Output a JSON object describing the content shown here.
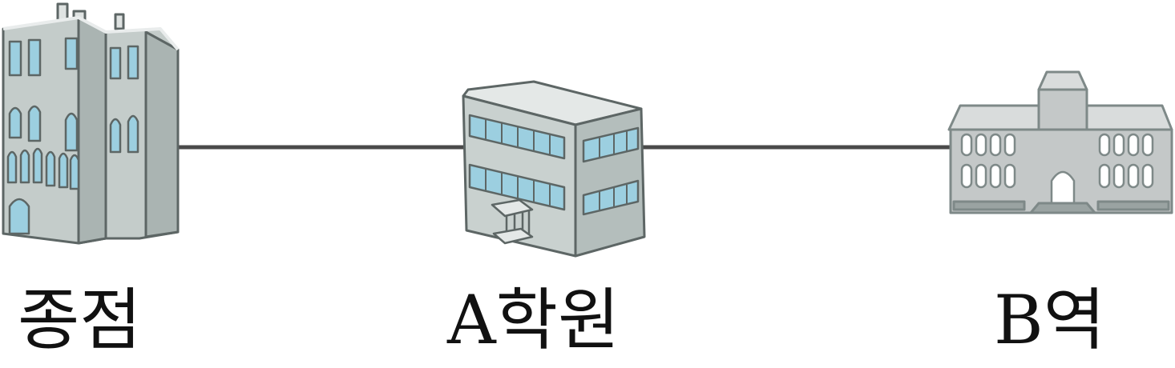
{
  "stops": [
    {
      "name": "종점",
      "icon": "tall-building-icon"
    },
    {
      "name": "A학원",
      "icon": "office-building-icon"
    },
    {
      "name": "B역",
      "icon": "station-building-icon"
    }
  ],
  "colors": {
    "line": "#4a4a4a",
    "building_wall": "#c4ccca",
    "building_side": "#aab4b2",
    "window": "#9ccfe0",
    "outline": "#5d6665"
  }
}
